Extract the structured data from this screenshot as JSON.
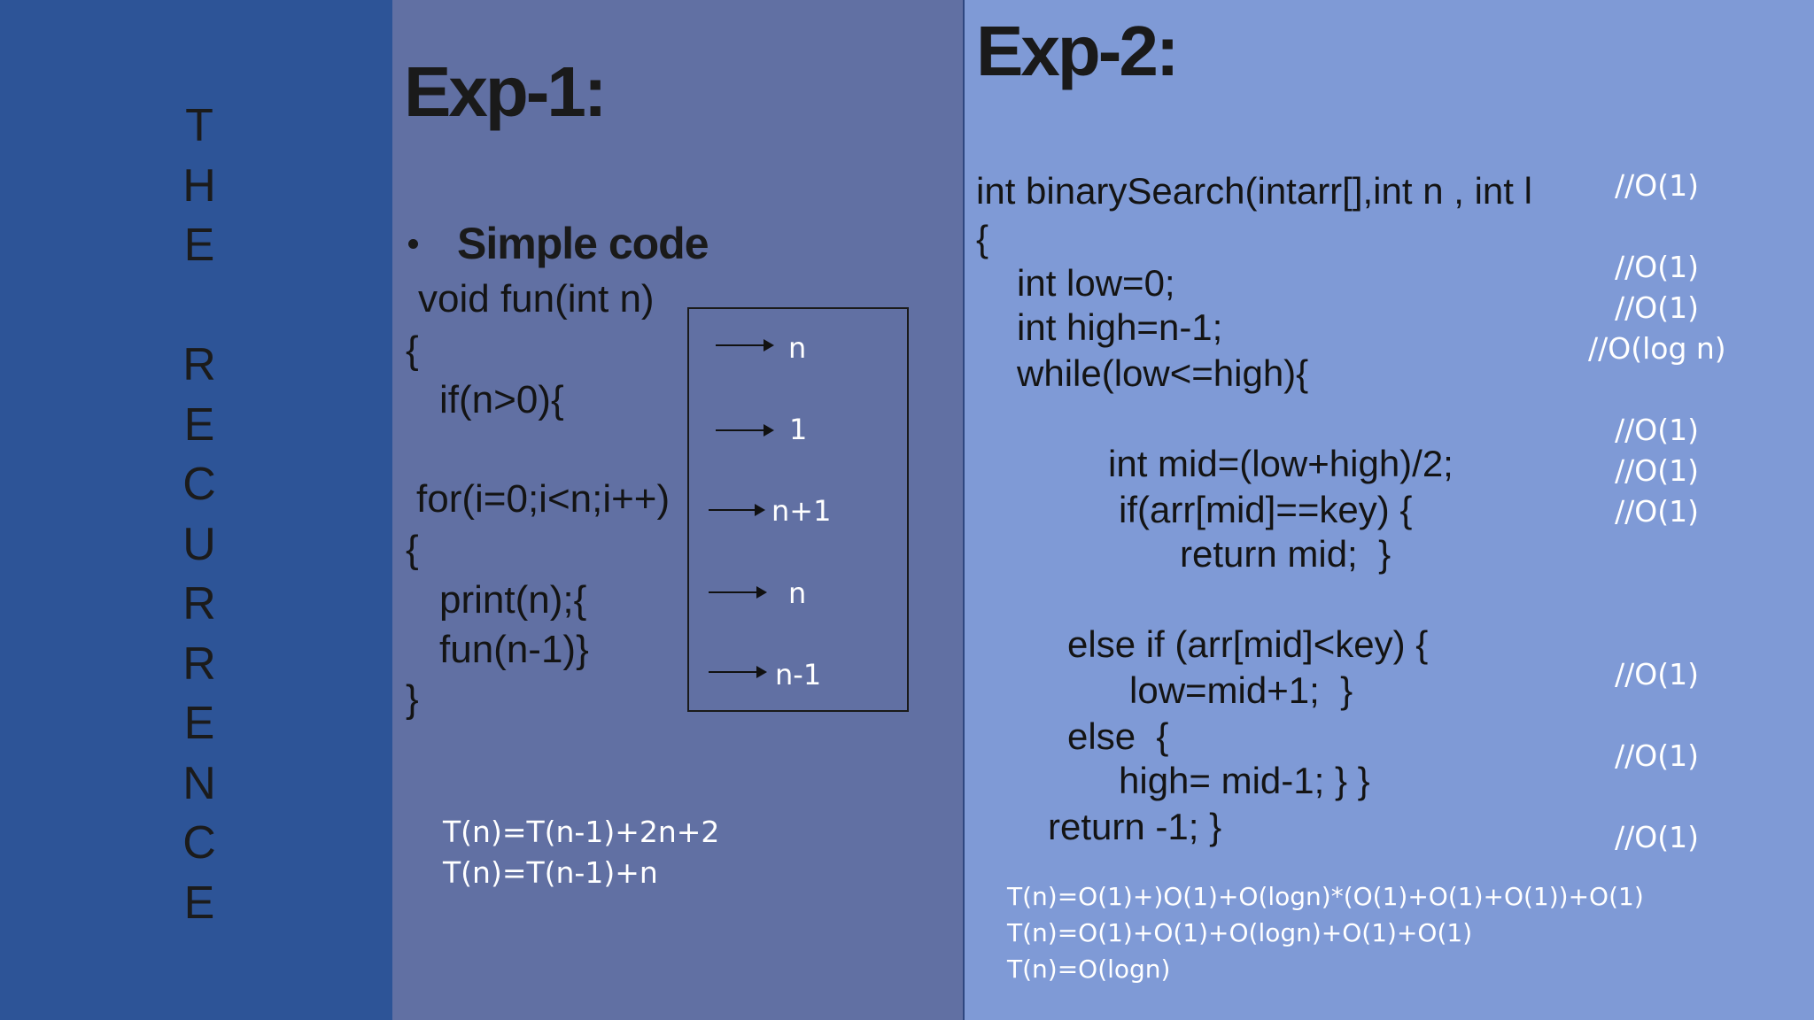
{
  "vertical_title": [
    "T",
    "H",
    "E",
    "",
    "R",
    "E",
    "C",
    "U",
    "R",
    "R",
    "E",
    "N",
    "C",
    "E"
  ],
  "exp1": {
    "heading": "Exp-1:",
    "bullet": "Simple code",
    "code": {
      "line1": "void fun(int n)",
      "line2": "{",
      "line3": "if(n>0){",
      "line4": "for(i=0;i<n;i++)",
      "line5": "{",
      "line6": "print(n);{",
      "line7": "fun(n-1)}",
      "line8": "}"
    },
    "box_labels": [
      "n",
      "1",
      "n+1",
      "n",
      "n-1"
    ],
    "recurrence": [
      "T(n)=T(n-1)+2n+2",
      "T(n)=T(n-1)+n"
    ]
  },
  "exp2": {
    "heading": "Exp-2:",
    "code": {
      "sig": "int binarySearch(intarr[],int n , int l",
      "open": "{",
      "low": "int low=0;",
      "high": "int high=n-1;",
      "while": "while(low<=high){",
      "mid": "int mid=(low+high)/2;",
      "if": "if(arr[mid]==key) {",
      "ret_mid": "return mid;  }",
      "elseif": "else if (arr[mid]<key) {",
      "lowmid": "low=mid+1;  }",
      "else": "else  {",
      "highmid": "high= mid-1; } }",
      "ret": "return -1; }"
    },
    "comments": {
      "c_sig": "//O(1)",
      "c_low": "//O(1)",
      "c_high": "//O(1)",
      "c_while": "//O(log n)",
      "c_a": "//O(1)",
      "c_mid": "//O(1)",
      "c_if": "//O(1)",
      "c_lowmid": "//O(1)",
      "c_else": "//O(1)",
      "c_ret": "//O(1)"
    },
    "recurrence": [
      "T(n)=O(1)+)O(1)+O(logn)*(O(1)+O(1)+O(1))+O(1)",
      "T(n)=O(1)+O(1)+O(logn)+O(1)+O(1)",
      "T(n)=O(logn)"
    ]
  }
}
